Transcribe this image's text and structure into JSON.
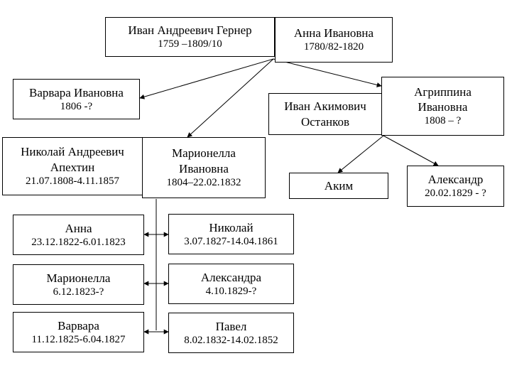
{
  "people": {
    "ivan_gerner": {
      "name": "Иван Андреевич Гернер",
      "dates": "1759 –1809/10"
    },
    "anna_ivanovna": {
      "name": "Анна Ивановна",
      "dates": "1780/82-1820"
    },
    "varvara_ivanovna": {
      "name": "Варвара Ивановна",
      "dates": "1806 -?"
    },
    "ivan_ostankov": {
      "name_line1": "Иван Акимович",
      "name_line2": "Останков"
    },
    "agrippina": {
      "name_line1": "Агриппина",
      "name_line2": "Ивановна",
      "dates": "1808 – ?"
    },
    "nikolai_apekhtin": {
      "name_line1": "Николай Андреевич",
      "name_line2": "Апехтин",
      "dates": "21.07.1808-4.11.1857"
    },
    "marionella_ivanovna": {
      "name_line1": "Марионелла",
      "name_line2": "Ивановна",
      "dates": "1804–22.02.1832"
    },
    "akim": {
      "name": "Аким"
    },
    "aleksandr": {
      "name": "Александр",
      "dates": "20.02.1829 - ?"
    },
    "anna": {
      "name": "Анна",
      "dates": "23.12.1822-6.01.1823"
    },
    "nikolai": {
      "name": "Николай",
      "dates": "3.07.1827-14.04.1861"
    },
    "marionella": {
      "name": "Марионелла",
      "dates": "6.12.1823-?"
    },
    "aleksandra": {
      "name": "Александра",
      "dates": "4.10.1829-?"
    },
    "varvara": {
      "name": "Варвара",
      "dates": "11.12.1825-6.04.1827"
    },
    "pavel": {
      "name": "Павел",
      "dates": "8.02.1832-14.02.1852"
    }
  }
}
